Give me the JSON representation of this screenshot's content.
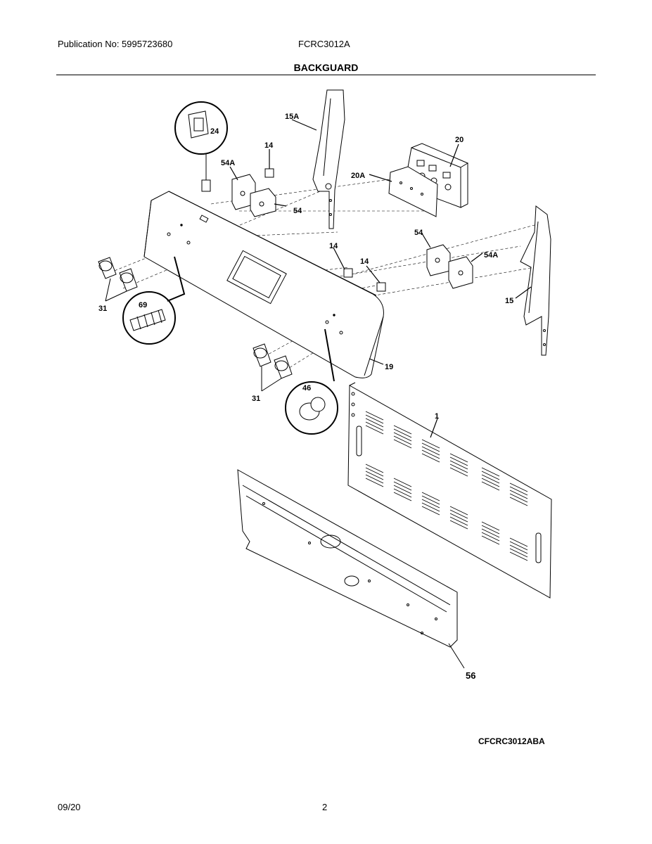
{
  "header": {
    "publication": "Publication No: 5995723680",
    "model": "FCRC3012A",
    "section_title": "BACKGUARD"
  },
  "parts": {
    "p1": "1",
    "p14a": "14",
    "p14b": "14",
    "p14c": "14",
    "p15": "15",
    "p15a": "15A",
    "p19": "19",
    "p20": "20",
    "p20a": "20A",
    "p24": "24",
    "p31a": "31",
    "p31b": "31",
    "p46": "46",
    "p54a": "54",
    "p54b": "54",
    "p54aa": "54A",
    "p54ab": "54A",
    "p56": "56",
    "p69": "69"
  },
  "footer": {
    "diagram_code": "CFCRC3012ABA",
    "date": "09/20",
    "page": "2"
  }
}
